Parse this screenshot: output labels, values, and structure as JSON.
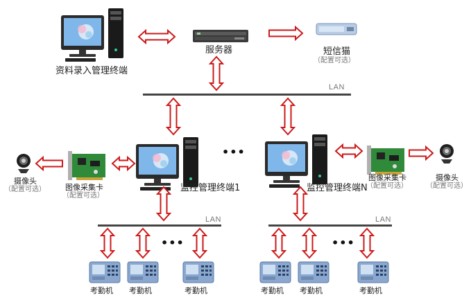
{
  "nodes": {
    "data_entry": "资料录入管理终端",
    "server": "服务器",
    "sms_modem": "短信猫",
    "sms_modem_note": "（配置可选）",
    "monitor_1": "监控管理终端1",
    "monitor_n": "监控管理终端N",
    "capture_card": "图像采集卡",
    "capture_card_note": "（配置可选）",
    "camera": "摄像头",
    "camera_note": "（配置可选）",
    "attendance_machine": "考勤机"
  },
  "networks": {
    "lan": "LAN"
  },
  "ellipsis": "•••",
  "colors": {
    "arrow_fill": "#ffffff",
    "arrow_stroke": "#cc1a1a",
    "bus": "#444444",
    "monitor_screen": "#7fb7ea",
    "tower": "#1a1a1a",
    "card_green": "#2f8a3a",
    "device_blue": "#8aa8cf"
  }
}
